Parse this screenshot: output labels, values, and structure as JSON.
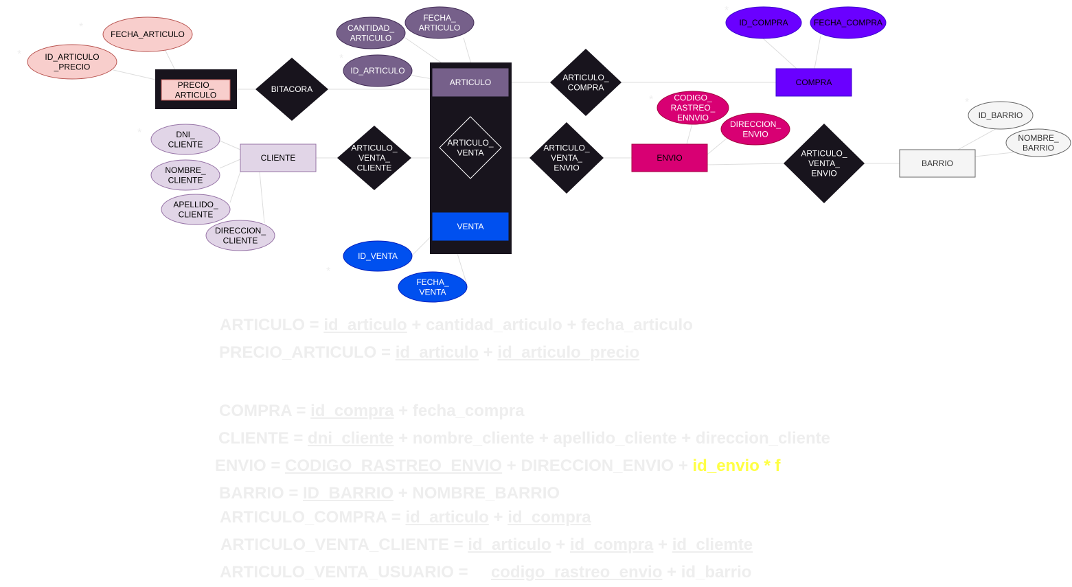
{
  "colors": {
    "dark": "#18141d",
    "articulo": "#76608a",
    "venta": "#0050ef",
    "compra": "#6a00ff",
    "envio": "#d80073",
    "precio": "#f8cecc",
    "precio_stroke": "#b85450",
    "cliente": "#e1d5e7",
    "cliente_stroke": "#9673a6",
    "barrio": "#f5f5f5",
    "barrio_stroke": "#666666",
    "line": "#dddddd",
    "formula_text": "#eeeeee",
    "highlight": "#ffff44"
  },
  "diagram": {
    "entities": {
      "precio_articulo": [
        "PRECIO_",
        "ARTICULO"
      ],
      "articulo": [
        "ARTICULO"
      ],
      "venta": [
        "VENTA"
      ],
      "cliente": [
        "CLIENTE"
      ],
      "compra": [
        "COMPRA"
      ],
      "envio": [
        "ENVIO"
      ],
      "barrio": [
        "BARRIO"
      ]
    },
    "relationships": {
      "bitacora": [
        "BITACORA"
      ],
      "articulo_venta": [
        "ARTICULO_",
        "VENTA"
      ],
      "articulo_compra": [
        "ARTICULO_",
        "COMPRA"
      ],
      "articulo_venta_cliente": [
        "ARTICULO_",
        "VENTA_",
        "CLIENTE"
      ],
      "articulo_venta_envio": [
        "ARTICULO_",
        "VENTA_",
        "ENVIO"
      ],
      "articulo_venta_envio_barrio": [
        "ARTICULO_",
        "VENTA_",
        "ENVIO"
      ]
    },
    "attributes": {
      "fecha_articulo_precio": [
        "FECHA_ARTICULO"
      ],
      "id_articulo_precio": [
        "ID_ARTICULO",
        "_PRECIO"
      ],
      "cantidad_articulo": [
        "CANTIDAD_",
        "ARTICULO"
      ],
      "fecha_articulo": [
        "FECHA_",
        "ARTICULO"
      ],
      "id_articulo": [
        "ID_ARTICULO"
      ],
      "id_compra": [
        "ID_COMPRA"
      ],
      "fecha_compra": [
        "FECHA_COMPRA"
      ],
      "codigo_rastreo": [
        "CODIGO_",
        "RASTREO_",
        "ENNVIO"
      ],
      "direccion_envio": [
        "DIRECCION_",
        "ENVIO"
      ],
      "id_barrio": [
        "ID_BARRIO"
      ],
      "nombre_barrio": [
        "NOMBRE_",
        "BARRIO"
      ],
      "dni_cliente": [
        "DNI_",
        "CLIENTE"
      ],
      "nombre_cliente": [
        "NOMBRE_",
        "CLIENTE"
      ],
      "apellido_cliente": [
        "APELLIDO_",
        "CLIENTE"
      ],
      "direccion_cliente": [
        "DIRECCION_",
        "CLIENTE"
      ],
      "id_venta": [
        "ID_VENTA"
      ],
      "fecha_venta": [
        "FECHA_",
        "VENTA"
      ]
    },
    "key_marker": "*"
  },
  "formulas": {
    "articulo": {
      "prefix": "ARTICULO = ",
      "key": "id_articulo",
      "rest": " + cantidad_articulo + fecha_articulo"
    },
    "precio_articulo": {
      "prefix": "PRECIO_ARTICULO = ",
      "key": "id_articulo",
      "mid": " + ",
      "key2": "id_articulo_precio"
    },
    "compra": {
      "prefix": "COMPRA = ",
      "key": "id_compra",
      "rest": " + fecha_compra"
    },
    "cliente": {
      "prefix": "CLIENTE = ",
      "key": "dni_cliente",
      "rest": " + nombre_cliente + apellido_cliente + direccion_cliente"
    },
    "envio": {
      "prefix": "ENVIO = ",
      "key": "CODIGO_RASTREO_ENVIO",
      "rest": " + DIRECCION_ENVIO + ",
      "highlight": "id_envio * f"
    },
    "barrio": {
      "prefix": "BARRIO = ",
      "key": "ID_BARRIO",
      "rest": " + NOMBRE_BARRIO"
    },
    "articulo_compra": {
      "prefix": "ARTICULO_COMPRA = ",
      "key": "id_articulo",
      "mid": " + ",
      "key2": "id_compra"
    },
    "articulo_venta_cliente": {
      "prefix": "ARTICULO_VENTA_CLIENTE = ",
      "key": "id_articulo",
      "mid": " + ",
      "key2": "id_compra",
      "mid2": " + ",
      "key3": "id_cliemte"
    },
    "articulo_venta_usuario": {
      "prefix": "ARTICULO_VENTA_USUARIO = ",
      "gap": "    ",
      "key": "codigo_rastreo_envio",
      "rest": " + id_barrio"
    }
  }
}
